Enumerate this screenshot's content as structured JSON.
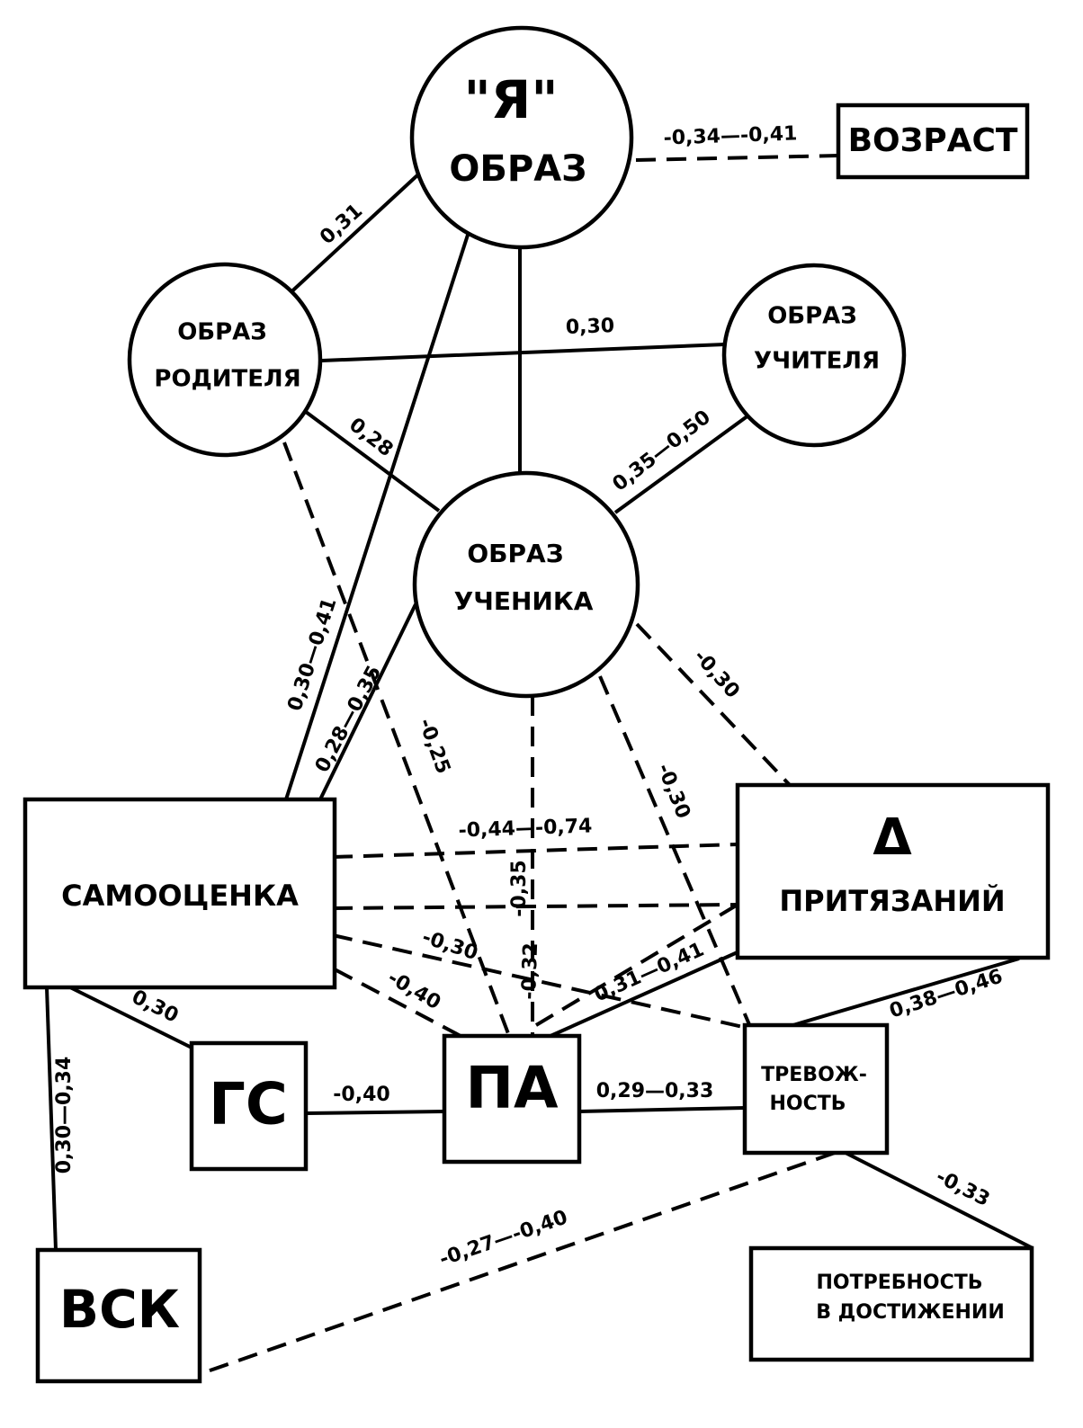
{
  "nodes": {
    "ya_obraz": {
      "line1": "\"Я\"",
      "line2": "ОБРАЗ"
    },
    "vozrast": {
      "label": "ВОЗРАСТ"
    },
    "obraz_roditelya": {
      "line1": "ОБРАЗ",
      "line2": "РОДИТЕЛЯ"
    },
    "obraz_uchitelya": {
      "line1": "ОБРАЗ",
      "line2": "УЧИТЕЛЯ"
    },
    "obraz_uchenika": {
      "line1": "ОБРАЗ",
      "line2": "УЧЕНИКА"
    },
    "samoocenka": {
      "label": "САМООЦЕНКА"
    },
    "pritiazaniy": {
      "line1": "Δ",
      "line2": "ПРИТЯЗАНИЙ"
    },
    "gs": {
      "label": "ГС"
    },
    "pa": {
      "label": "ПА"
    },
    "trevozhnost": {
      "line1": "ТРЕВОЖ-",
      "line2": "НОСТЬ"
    },
    "vsk": {
      "label": "ВСК"
    },
    "potrebnost": {
      "line1": "ПОТРЕБНОСТЬ",
      "line2": "В ДОСТИЖЕНИИ"
    }
  },
  "edges": [
    {
      "id": "ya-vozrast",
      "label": "-0,34—-0,41",
      "style": "dashed"
    },
    {
      "id": "ya-roditel",
      "label": "0,31",
      "style": "solid"
    },
    {
      "id": "ya-uchenik",
      "label": "",
      "style": "solid"
    },
    {
      "id": "ya-samoocenka",
      "label": "0,30—0,41",
      "style": "solid"
    },
    {
      "id": "roditel-uchitel",
      "label": "0,30",
      "style": "solid"
    },
    {
      "id": "roditel-uchenik",
      "label": "0,28",
      "style": "solid"
    },
    {
      "id": "roditel-pa",
      "label": "-0,25",
      "style": "dashed"
    },
    {
      "id": "uchitel-uchenik",
      "label": "0,35—0,50",
      "style": "solid"
    },
    {
      "id": "uchenik-samoocenka",
      "label": "0,28—0,35",
      "style": "solid"
    },
    {
      "id": "uchenik-pa",
      "label": "-0,35",
      "style": "dashed"
    },
    {
      "id": "uchenik-trevozhnost",
      "label": "-0,30",
      "style": "dashed"
    },
    {
      "id": "uchenik-pritiazaniy",
      "label": "-0,30",
      "style": "dashed"
    },
    {
      "id": "samoocenka-pritiazaniy-1",
      "label": "-0,44—-0,74",
      "style": "dashed"
    },
    {
      "id": "samoocenka-pritiazaniy-2",
      "label": "",
      "style": "dashed"
    },
    {
      "id": "samoocenka-trevozhnost",
      "label": "-0,30",
      "style": "dashed"
    },
    {
      "id": "samoocenka-pa",
      "label": "-0,40",
      "style": "dashed"
    },
    {
      "id": "samoocenka-gs",
      "label": "0,30",
      "style": "solid"
    },
    {
      "id": "samoocenka-vsk",
      "label": "0,30—0,34",
      "style": "solid"
    },
    {
      "id": "pa-pritiazaniy",
      "label": "0,31—0,41",
      "style": "solid"
    },
    {
      "id": "pritiazaniy-mid",
      "label": "-0,32",
      "style": "dashed"
    },
    {
      "id": "gs-pa",
      "label": "-0,40",
      "style": "solid"
    },
    {
      "id": "pa-trevozhnost",
      "label": "0,29—0,33",
      "style": "solid"
    },
    {
      "id": "trevozhnost-pritiazaniy",
      "label": "0,38—0,46",
      "style": "solid"
    },
    {
      "id": "trevozhnost-vsk",
      "label": "-0,27—-0,40",
      "style": "dashed"
    },
    {
      "id": "trevozhnost-potrebnost",
      "label": "-0,33",
      "style": "solid"
    }
  ]
}
